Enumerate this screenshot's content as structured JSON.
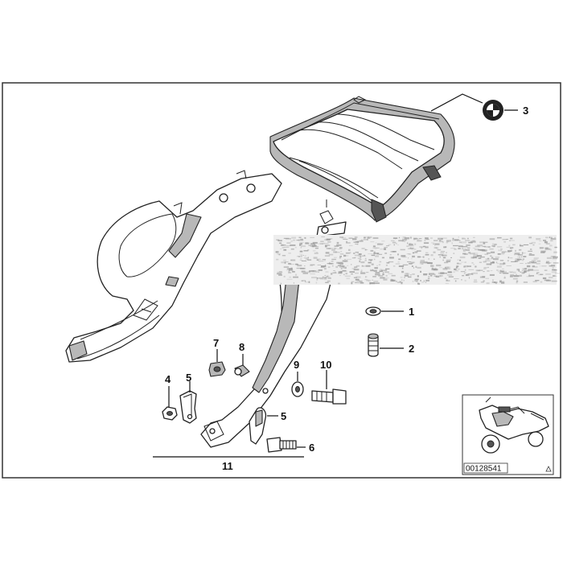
{
  "diagram": {
    "part_number": "00128541",
    "callouts": [
      {
        "id": "callout-1",
        "label": "1"
      },
      {
        "id": "callout-2",
        "label": "2"
      },
      {
        "id": "callout-3",
        "label": "3"
      },
      {
        "id": "callout-4",
        "label": "4"
      },
      {
        "id": "callout-5a",
        "label": "5"
      },
      {
        "id": "callout-5b",
        "label": "5"
      },
      {
        "id": "callout-6",
        "label": "6"
      },
      {
        "id": "callout-7",
        "label": "7"
      },
      {
        "id": "callout-8",
        "label": "8"
      },
      {
        "id": "callout-9",
        "label": "9"
      },
      {
        "id": "callout-10",
        "label": "10"
      },
      {
        "id": "callout-11",
        "label": "11"
      }
    ],
    "colors": {
      "line": "#222222",
      "shade": "#b8b8b8",
      "background": "#ffffff"
    }
  }
}
